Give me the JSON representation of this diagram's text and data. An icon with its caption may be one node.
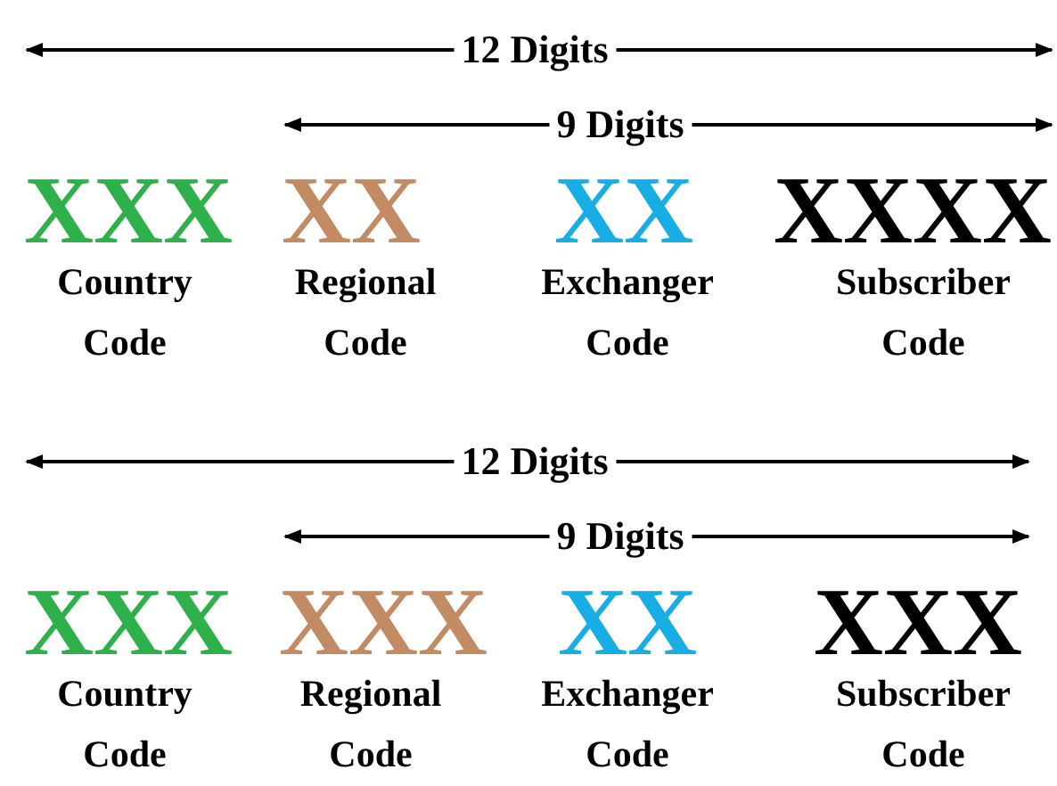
{
  "diagram": {
    "labels": [
      "12 Digits",
      "9 Digits",
      "XXX",
      "XX",
      "XX",
      "XXXX",
      "Country Code",
      "Regional Code",
      "Exchanger Code",
      "Subscriber Code",
      "12 Digits",
      "9 Digits",
      "XXX",
      "XXX",
      "XX",
      "XXX",
      "Country Code",
      "Regional Code",
      "Exchanger Code",
      "Subscriber Code"
    ]
  }
}
